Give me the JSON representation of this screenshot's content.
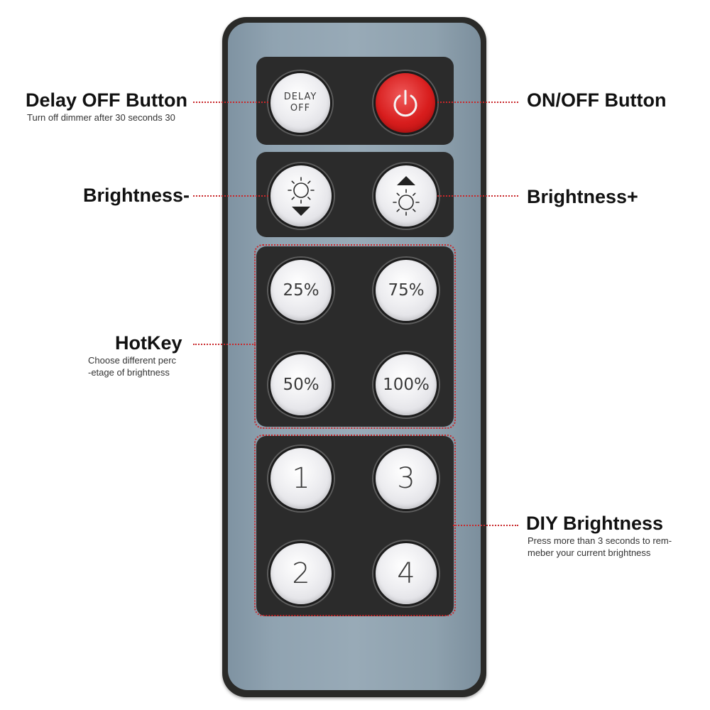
{
  "remote": {
    "buttons": {
      "delay_line1": "DELAY",
      "delay_line2": "OFF",
      "hk_25": "25%",
      "hk_75": "75%",
      "hk_50": "50%",
      "hk_100": "100%",
      "diy_1": "1",
      "diy_3": "3",
      "diy_2": "2",
      "diy_4": "4"
    },
    "icons": {
      "power": "power-icon",
      "brightness_down": "sun-down-icon",
      "brightness_up": "sun-up-icon"
    }
  },
  "callouts": {
    "delay_off": {
      "title": "Delay OFF Button",
      "sub": "Turn off dimmer after 30 seconds 30"
    },
    "on_off": {
      "title": "ON/OFF Button"
    },
    "brightness_minus": {
      "title": "Brightness-"
    },
    "brightness_plus": {
      "title": "Brightness+"
    },
    "hotkey": {
      "title": "HotKey",
      "sub_line1": "Choose different perc",
      "sub_line2": "-etage of brightness"
    },
    "diy": {
      "title": "DIY Brightness",
      "sub_line1": "Press more than 3 seconds to rem-",
      "sub_line2": "meber your current brightness"
    }
  },
  "colors": {
    "remote_body": "#2a2a28",
    "remote_face": "#98aab7",
    "panel": "#2b2b2b",
    "power_red": "#d81d1d",
    "annotation_red": "#c8282b"
  }
}
